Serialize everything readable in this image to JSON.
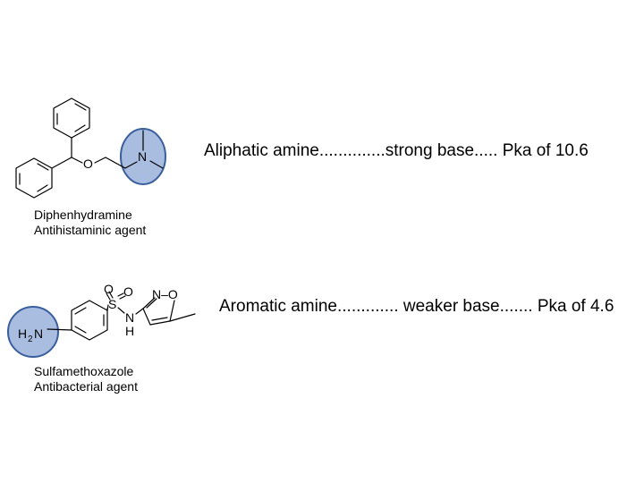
{
  "molecule_1": {
    "name": "Diphenhydramine",
    "class": "Antihistaminic agent",
    "statement": "Aliphatic amine..............strong base..... Pka of 10.6",
    "atoms": {
      "oxygen": "O",
      "nitrogen": "N"
    },
    "highlight_color": "#a8bde0"
  },
  "molecule_2": {
    "name": "Sulfamethoxazole",
    "class": "Antibacterial agent",
    "statement": "Aromatic amine............. weaker base....... Pka of 4.6",
    "atoms": {
      "amine_h": "H",
      "amine_sub": "2",
      "amine_n": "N",
      "sulfur": "S",
      "oxygen_1": "O",
      "oxygen_2": "O",
      "amide_n": "N",
      "amide_h": "H",
      "ring_n_o": "N–O"
    },
    "highlight_color": "#a8bde0"
  }
}
